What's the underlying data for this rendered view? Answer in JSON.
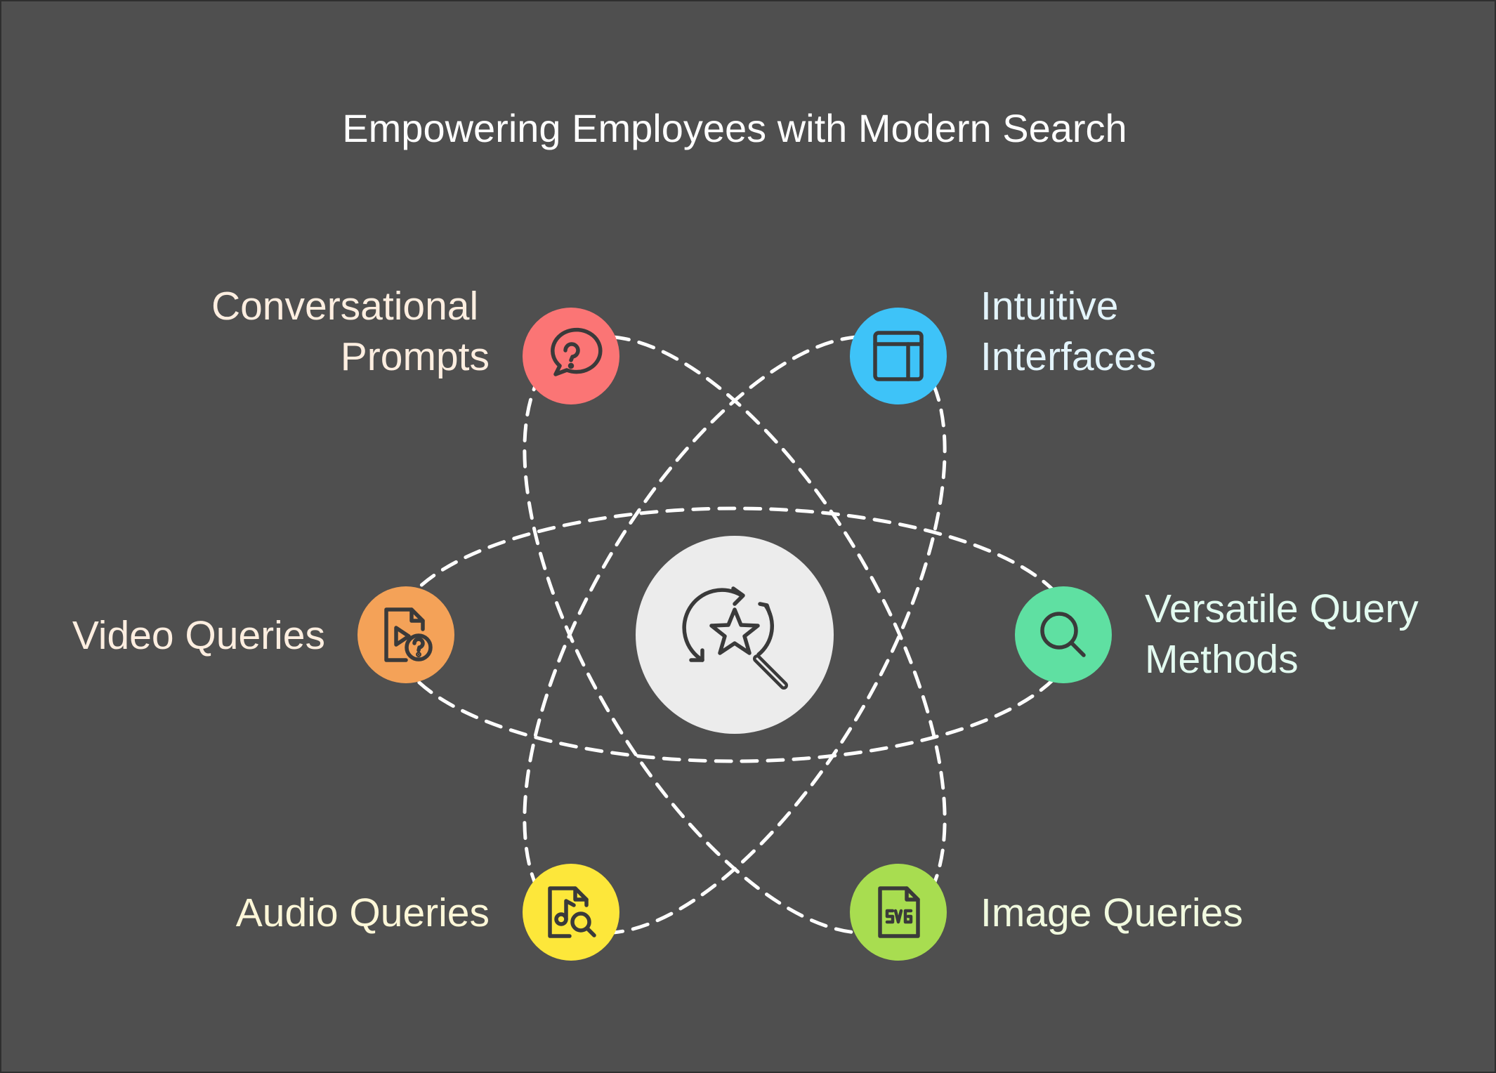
{
  "title": "Empowering Employees with Modern Search",
  "center": {
    "icon": "search-star-refresh-icon",
    "color": "#ececec"
  },
  "nodes": [
    {
      "id": "conversational-prompts",
      "lines": [
        "Conversational",
        "Prompts"
      ],
      "color": "#fb7575",
      "text_color": "#fdeee0",
      "icon": "chat-question-icon"
    },
    {
      "id": "intuitive-interfaces",
      "lines": [
        "Intuitive",
        "Interfaces"
      ],
      "color": "#3ec3f8",
      "text_color": "#e3f4fb",
      "icon": "layout-window-icon"
    },
    {
      "id": "video-queries",
      "lines": [
        "Video Queries"
      ],
      "color": "#f4a258",
      "text_color": "#fdeee0",
      "icon": "video-file-question-icon"
    },
    {
      "id": "versatile-query-methods",
      "lines": [
        "Versatile Query",
        "Methods"
      ],
      "color": "#5fe0a2",
      "text_color": "#e3fbf0",
      "icon": "magnifier-icon"
    },
    {
      "id": "audio-queries",
      "lines": [
        "Audio Queries"
      ],
      "color": "#fde73a",
      "text_color": "#fdf7d8",
      "icon": "audio-file-search-icon"
    },
    {
      "id": "image-queries",
      "lines": [
        "Image Queries"
      ],
      "color": "#a8dd50",
      "text_color": "#f1fadf",
      "icon": "svg-file-icon"
    }
  ]
}
